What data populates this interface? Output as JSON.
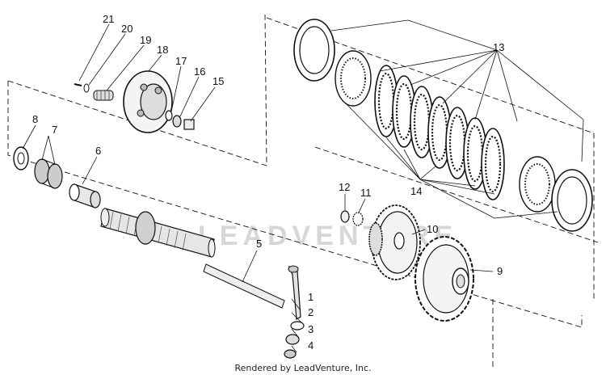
{
  "footer": "Rendered by LeadVenture, Inc.",
  "watermark": "LEADVENTURE",
  "callouts": [
    {
      "id": "1",
      "label": "1"
    },
    {
      "id": "2",
      "label": "2"
    },
    {
      "id": "3",
      "label": "3"
    },
    {
      "id": "4",
      "label": "4"
    },
    {
      "id": "5",
      "label": "5"
    },
    {
      "id": "6",
      "label": "6"
    },
    {
      "id": "7",
      "label": "7"
    },
    {
      "id": "8",
      "label": "8"
    },
    {
      "id": "9",
      "label": "9"
    },
    {
      "id": "10",
      "label": "10"
    },
    {
      "id": "11",
      "label": "11"
    },
    {
      "id": "12",
      "label": "12"
    },
    {
      "id": "13",
      "label": "13"
    },
    {
      "id": "14",
      "label": "14"
    },
    {
      "id": "15",
      "label": "15"
    },
    {
      "id": "16",
      "label": "16"
    },
    {
      "id": "17",
      "label": "17"
    },
    {
      "id": "18",
      "label": "18"
    },
    {
      "id": "19",
      "label": "19"
    },
    {
      "id": "20",
      "label": "20"
    },
    {
      "id": "21",
      "label": "21"
    }
  ]
}
